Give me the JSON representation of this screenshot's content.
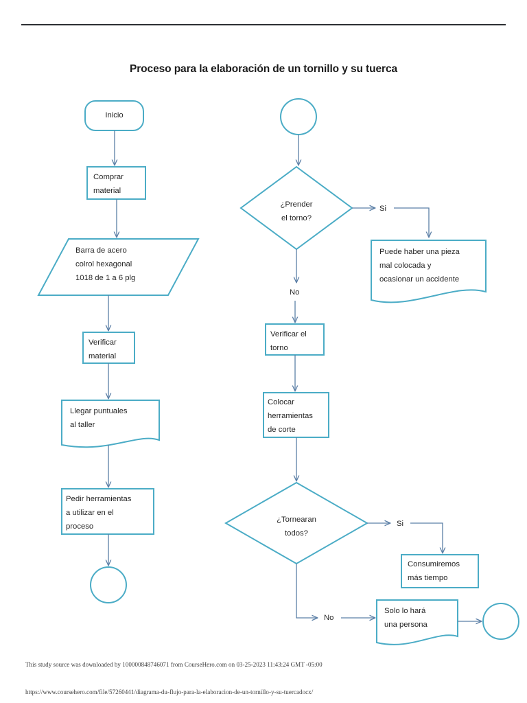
{
  "document": {
    "title": "Proceso para la elaboración de un tornillo y su tuerca"
  },
  "colors": {
    "shape_stroke": "#4BACC6",
    "connector_stroke": "#5B7FA6",
    "rule": "#2C2F33",
    "text": "#262626",
    "background": "#FFFFFF"
  },
  "flowchart": {
    "type": "flowchart",
    "columns": [
      {
        "name": "left-column",
        "nodes": [
          {
            "id": "inicio",
            "shape": "terminator",
            "label": "Inicio"
          },
          {
            "id": "comprar-material",
            "shape": "process",
            "label": "Comprar\nmaterial"
          },
          {
            "id": "barra-de-acero",
            "shape": "data",
            "label": "Barra de acero\ncolrol hexagonal\n1018 de 1 a 6 plg"
          },
          {
            "id": "verificar-material",
            "shape": "process",
            "label": "Verificar\nmaterial"
          },
          {
            "id": "llegar-puntuales",
            "shape": "document",
            "label": "Llegar puntuales\nal taller"
          },
          {
            "id": "pedir-herramientas",
            "shape": "process",
            "label": "Pedir herramientas\na utilizar en el\nproceso"
          },
          {
            "id": "conector-fin-izq",
            "shape": "connector",
            "label": ""
          }
        ]
      },
      {
        "name": "right-column",
        "nodes": [
          {
            "id": "conector-inicio-der",
            "shape": "connector",
            "label": ""
          },
          {
            "id": "prender-torno",
            "shape": "decision",
            "label": "¿Prender\nel torno?"
          },
          {
            "id": "puede-haber-pieza",
            "shape": "document",
            "label": "Puede haber una pieza\nmal colocada y\nocasionar un accidente"
          },
          {
            "id": "verificar-torno",
            "shape": "process",
            "label": "Verificar el\ntorno"
          },
          {
            "id": "colocar-herramientas",
            "shape": "process",
            "label": "Colocar\nherramientas\nde corte"
          },
          {
            "id": "tornearan-todos",
            "shape": "decision",
            "label": "¿Tornearan\ntodos?"
          },
          {
            "id": "consumiremos-tiempo",
            "shape": "process",
            "label": "Consumiremos\nmás tiempo"
          },
          {
            "id": "solo-una-persona",
            "shape": "document",
            "label": "Solo lo hará\nuna persona"
          },
          {
            "id": "conector-fin-der",
            "shape": "connector",
            "label": ""
          }
        ]
      }
    ],
    "edge_labels": [
      {
        "id": "prender-si",
        "text": "Si",
        "from": "prender-torno",
        "to": "puede-haber-pieza"
      },
      {
        "id": "prender-no",
        "text": "No",
        "from": "prender-torno",
        "to": "verificar-torno"
      },
      {
        "id": "tornearan-si",
        "text": "Si",
        "from": "tornearan-todos",
        "to": "consumiremos-tiempo"
      },
      {
        "id": "tornearan-no",
        "text": "No",
        "from": "tornearan-todos",
        "to": "solo-una-persona"
      }
    ]
  },
  "footer": {
    "download_notice": "This study source was downloaded by 100000848746071 from CourseHero.com on 03-25-2023 11:43:24 GMT -05:00",
    "url": "https://www.coursehero.com/file/57260441/diagrama-du-flujo-para-la-elaboracion-de-un-tornillo-y-su-tuercadocx/"
  }
}
